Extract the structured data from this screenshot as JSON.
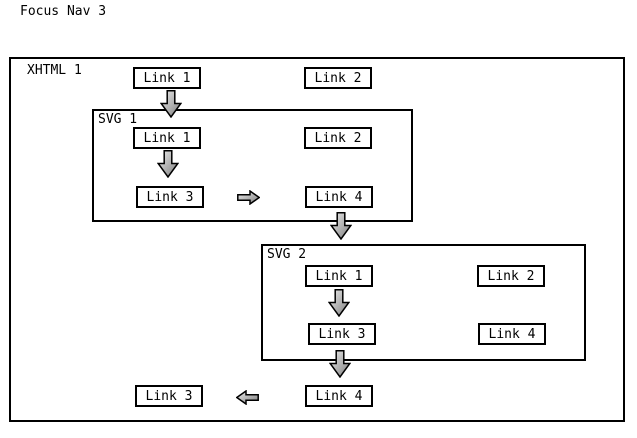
{
  "title": "Focus Nav 3",
  "colors": {
    "line": "#000000",
    "background": "#ffffff",
    "arrow_fill_light": "#ededed",
    "arrow_fill_dark": "#7d7d7d"
  },
  "icons": {
    "arrow_down": "block-arrow-down",
    "arrow_right": "block-arrow-right",
    "arrow_left": "block-arrow-left"
  },
  "xhtml1": {
    "label": "XHTML 1",
    "link1": "Link 1",
    "link2": "Link 2",
    "bottom_link3": "Link 3",
    "bottom_link4": "Link 4"
  },
  "svg1": {
    "label": "SVG 1",
    "link1": "Link 1",
    "link2": "Link 2",
    "link3": "Link 3",
    "link4": "Link 4"
  },
  "svg2": {
    "label": "SVG 2",
    "link1": "Link 1",
    "link2": "Link 2",
    "link3": "Link 3",
    "link4": "Link 4"
  }
}
